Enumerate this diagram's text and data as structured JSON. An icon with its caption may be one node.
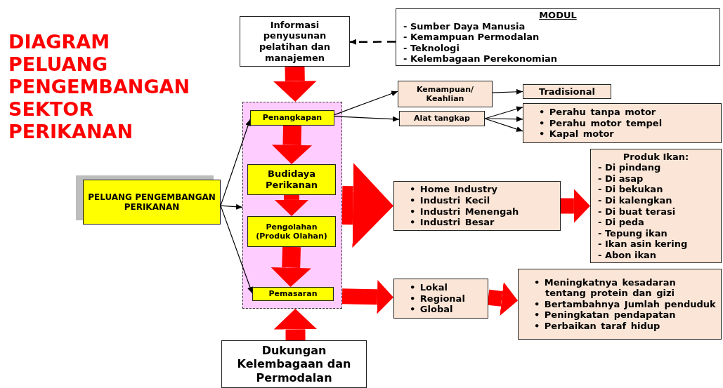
{
  "diagram": {
    "title": "DIAGRAM PELUANG PENGEMBANGAN SEKTOR PERIKANAN",
    "nodes": [
      {
        "text": [
          "Informasi penyusunan pelatihan dan manajemen"
        ]
      },
      {
        "text": [
          "MODUL",
          "- Sumber Daya Manusia",
          "- Kemampuan Permodalan",
          "- Teknologi",
          "- Kelembagaan Perekonomian"
        ]
      },
      {
        "text": [],
        "shape": "box"
      },
      {
        "text": [
          "Penangkapan"
        ],
        "in": 2
      },
      {
        "text": [
          "Budidaya Perikanan"
        ],
        "in": 2
      },
      {
        "text": [
          "Pengolahan (Produk Olahan)"
        ],
        "in": 2
      },
      {
        "text": [
          "Pemasaran"
        ],
        "in": 2
      },
      {
        "text": [
          "PELUANG PENGEMBANGAN PERIKANAN"
        ]
      },
      {
        "text": [
          "Kemampuan/ Keahlian"
        ]
      },
      {
        "text": [
          "Tradisional"
        ]
      },
      {
        "text": [
          "Alat tangkap"
        ]
      },
      {
        "text": [
          "• Perahu tanpa motor",
          "• Perahu motor tempel",
          "• Kapal motor"
        ]
      },
      {
        "text": [
          "• Home Industry",
          "• Industri Kecil",
          "• Industri Menengah",
          "• Industri Besar"
        ]
      },
      {
        "text": [
          "Produk Ikan:",
          "- Di pindang",
          "- Di asap",
          "- Di bekukan",
          "- Di kalengkan",
          "- Di buat terasi",
          "- Di peda",
          "- Tepung ikan",
          "- Ikan asin kering",
          "- Abon ikan"
        ]
      },
      {
        "text": [
          "• Lokal",
          "• Regional",
          "• Global"
        ]
      },
      {
        "text": [
          "• Meningkatnya kesadaran tentang protein dan gizi",
          "• Bertambahnya Jumlah penduduk",
          "• Peningkatan pendapatan",
          "• Perbaikan taraf hidup"
        ]
      },
      {
        "text": [
          "Dukungan Kelembagaan dan Permodalan"
        ]
      }
    ],
    "edges": [
      {
        "from": 1,
        "to": 0,
        "arrow": "to",
        "style": "dashed"
      },
      {
        "from": 0,
        "to": 2,
        "arrow": "to",
        "style": "thick",
        "color": "#ff0000"
      },
      {
        "from": 3,
        "to": 4,
        "arrow": "to",
        "style": "thick",
        "color": "#ff0000"
      },
      {
        "from": 4,
        "to": 5,
        "arrow": "to",
        "style": "thick",
        "color": "#ff0000"
      },
      {
        "from": 5,
        "to": 6,
        "arrow": "to",
        "style": "thick",
        "color": "#ff0000"
      },
      {
        "from": 16,
        "to": 2,
        "arrow": "to",
        "style": "thick",
        "color": "#ff0000"
      },
      {
        "from": 2,
        "to": 12,
        "arrow": "to",
        "style": "thick",
        "color": "#ff0000"
      },
      {
        "from": 12,
        "to": 13,
        "arrow": "to",
        "style": "thick",
        "color": "#ff0000"
      },
      {
        "from": 2,
        "to": 14,
        "arrow": "to",
        "style": "thick",
        "color": "#ff0000"
      },
      {
        "from": 14,
        "to": 15,
        "arrow": "to",
        "style": "thick",
        "color": "#ff0000"
      },
      {
        "from": 7,
        "to": 3,
        "arrow": "to"
      },
      {
        "from": 7,
        "to": 2,
        "arrow": "to"
      },
      {
        "from": 7,
        "to": 6,
        "arrow": "to"
      },
      {
        "from": 3,
        "to": 8,
        "arrow": "to"
      },
      {
        "from": 3,
        "to": 10,
        "arrow": "to"
      },
      {
        "from": 8,
        "to": 9,
        "arrow": "to"
      },
      {
        "from": 10,
        "to": 11,
        "arrow": "to"
      },
      {
        "from": 10,
        "to": 11,
        "arrow": "to"
      },
      {
        "from": 10,
        "to": 11,
        "arrow": "to"
      }
    ]
  }
}
